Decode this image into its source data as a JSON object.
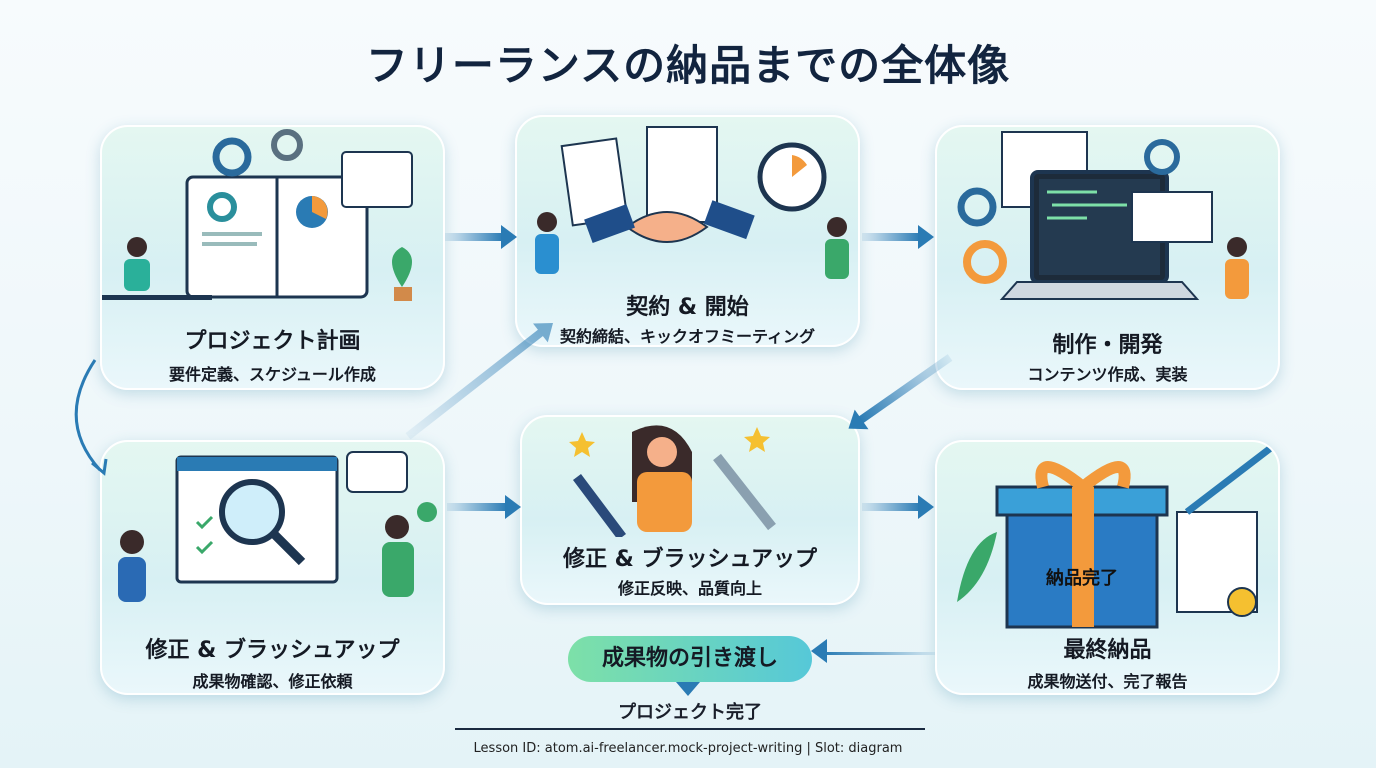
{
  "title": "フリーランスの納品までの全体像",
  "steps": [
    {
      "title": "プロジェクト計画",
      "subtitle": "要件定義、スケジュール作成"
    },
    {
      "title": "契約 & 開始",
      "subtitle": "契約締結、キックオフミーティング"
    },
    {
      "title": "制作・開発",
      "subtitle": "コンテンツ作成、実装"
    },
    {
      "title": "修正 & ブラッシュアップ",
      "subtitle": "成果物確認、修正依頼"
    },
    {
      "title": "修正 & ブラッシュアップ",
      "subtitle": "修正反映、品質向上"
    },
    {
      "title": "最終納品",
      "subtitle": "成果物送付、完了報告",
      "gift_label": "納品完了"
    }
  ],
  "handoff": {
    "label": "成果物の引き渡し",
    "result": "プロジェクト完了"
  },
  "footer": "Lesson ID: atom.ai-freelancer.mock-project-writing | Slot: diagram",
  "colors": {
    "accent": "#2a7bb4",
    "green": "#7de0a8",
    "orange": "#f39a3c"
  }
}
